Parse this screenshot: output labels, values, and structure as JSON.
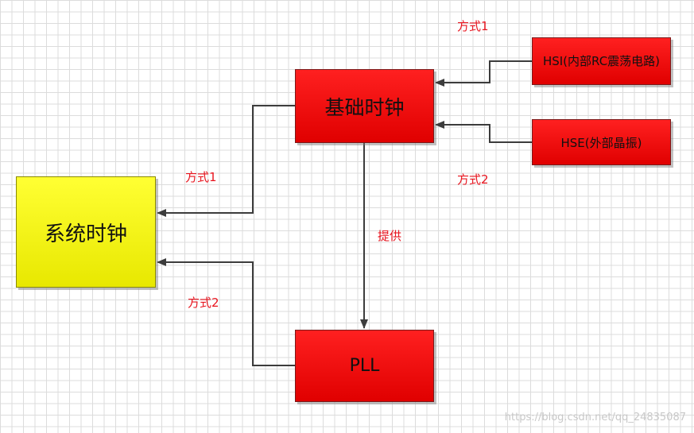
{
  "diagram": {
    "nodes": {
      "system_clock": "系统时钟",
      "base_clock": "基础时钟",
      "pll": "PLL",
      "hsi": "HSI(内部RC震荡电路)",
      "hse": "HSE(外部晶振)"
    },
    "labels": {
      "hsi_to_base": "方式1",
      "hse_to_base": "方式2",
      "base_to_system": "方式1",
      "pll_to_system": "方式2",
      "base_to_pll": "提供"
    },
    "colors": {
      "box_red": "#ff1a1a",
      "box_yellow": "#ffff22",
      "label_red": "#e8141e",
      "wire": "#3c3c3c"
    },
    "watermark": "https://blog.csdn.net/qq_24835087"
  }
}
